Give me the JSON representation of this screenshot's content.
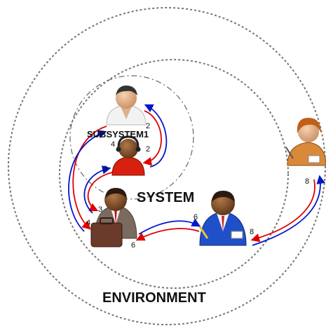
{
  "labels": {
    "environment": "ENVIRONMENT",
    "system": "SYSTEM",
    "subsystem": "SUBSYSTEM1"
  },
  "numbers": {
    "n1": "2",
    "n2": "2",
    "n3": "4",
    "n4": "3",
    "n5": "3",
    "n6": "4",
    "n7": "6",
    "n8": "6",
    "n9": "8",
    "n10": "8"
  },
  "colors": {
    "forward_arrow": "#e00000",
    "return_arrow": "#0018c8",
    "boundary": "#777777"
  }
}
